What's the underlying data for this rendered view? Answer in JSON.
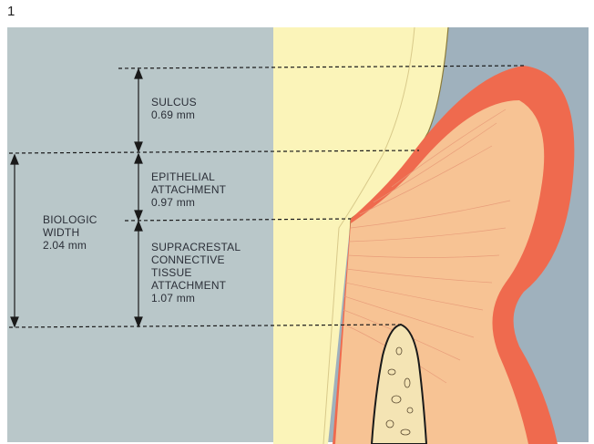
{
  "figure_number": "1",
  "labels": {
    "sulcus": "SULCUS\n0.69 mm",
    "epithelial": "EPITHELIAL\nATTACHMENT\n0.97 mm",
    "connective": "SUPRACRESTAL\nCONNECTIVE\nTISSUE\nATTACHMENT\n1.07 mm",
    "biologic_width": "BIOLOGIC\nWIDTH\n2.04 mm"
  },
  "colors": {
    "background_left": "#b9c7c9",
    "background_right": "#9fb1bd",
    "tooth_enamel": "#f6f1a8",
    "tooth_dentin": "#fbf4b9",
    "gingiva_outer": "#ef6a4e",
    "gingiva_inner": "#f7c394",
    "bone": "#f4e4b4",
    "line": "#1a1a1a"
  }
}
